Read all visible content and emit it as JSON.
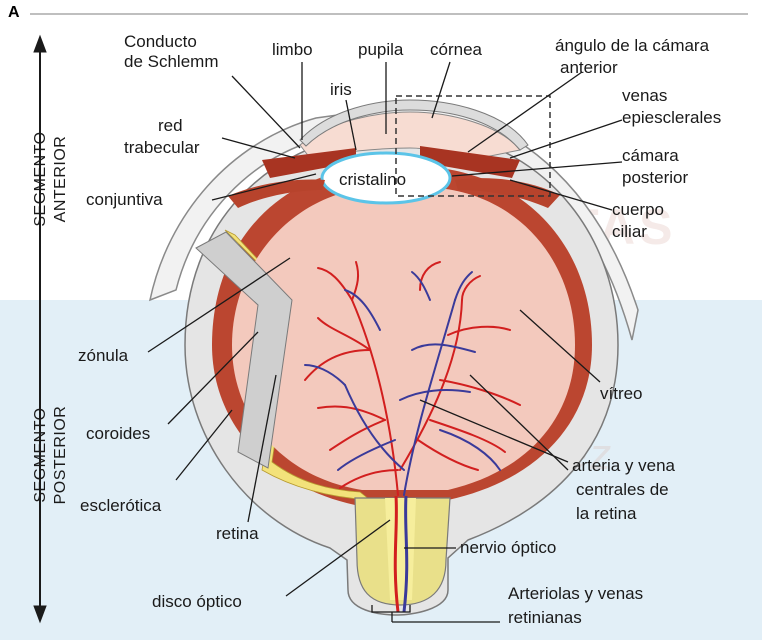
{
  "figure": {
    "panel_letter": "A",
    "segment_anterior_1": "SEGMENTO",
    "segment_anterior_2": "ANTERIOR",
    "segment_posterior_1": "SEGMENTO",
    "segment_posterior_2": "POSTERIOR"
  },
  "labels": {
    "conducto_schlemm_1": "Conducto",
    "conducto_schlemm_2": "de Schlemm",
    "limbo": "limbo",
    "pupila": "pupila",
    "cornea": "córnea",
    "angulo_1": "ángulo de la cámara",
    "angulo_2": "anterior",
    "iris": "iris",
    "red_trabecular_1": "red",
    "red_trabecular_2": "trabecular",
    "venas_epi_1": "venas",
    "venas_epi_2": "epiesclerales",
    "camara_post_1": "cámara",
    "camara_post_2": "posterior",
    "cristalino": "cristalino",
    "conjuntiva": "conjuntiva",
    "cuerpo_ciliar_1": "cuerpo",
    "cuerpo_ciliar_2": "ciliar",
    "zonula": "zónula",
    "vitreo": "vítreo",
    "coroides": "coroides",
    "arteria_vena_1": "arteria y vena",
    "arteria_vena_2": "centrales de",
    "arteria_vena_3": "la retina",
    "esclerotica": "esclerótica",
    "retina": "retina",
    "nervio_optico": "nervio óptico",
    "disco_optico": "disco óptico",
    "arteriolas_1": "Arteriolas y venas",
    "arteriolas_2": "retinianas"
  },
  "watermark": {
    "line1": "UNIVERSITAS",
    "line2": "Miguel Hernández"
  },
  "colors": {
    "vitreous": "#f3c9bd",
    "choroid": "#b5402b",
    "retina_yellow": "#f3e27a",
    "sclera": "#e7e7e7",
    "artery": "#d21f1f",
    "vein": "#3a3a9a",
    "lens_outline": "#5bc4e8",
    "anterior_bg": "#ffffff",
    "posterior_bg": "#e2eff7"
  }
}
